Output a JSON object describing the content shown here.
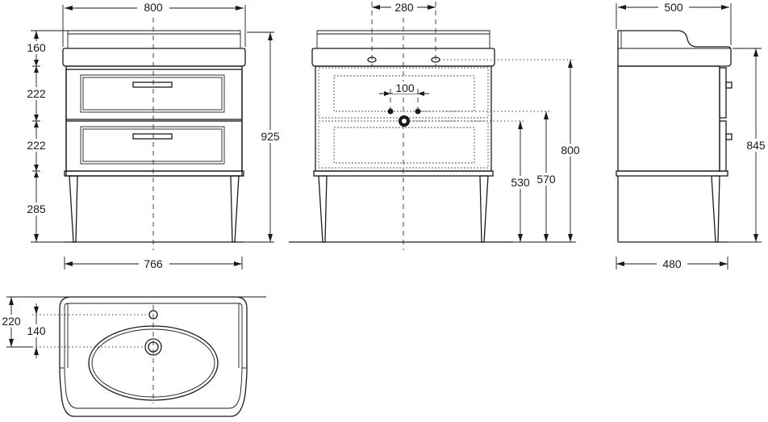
{
  "front_view": {
    "width_top": "800",
    "basin_height": "160",
    "drawer_top_height": "222",
    "drawer_bottom_height": "222",
    "leg_height": "285",
    "total_height": "925",
    "width_bottom": "766"
  },
  "rear_view": {
    "tap_spacing": "280",
    "pipe_spacing": "100",
    "drain_height": "530",
    "pipe_height": "570",
    "top_height": "800"
  },
  "side_view": {
    "depth_top": "500",
    "depth_bottom": "480",
    "total_height": "845"
  },
  "top_view": {
    "tap_offset": "220",
    "drain_offset": "140"
  }
}
